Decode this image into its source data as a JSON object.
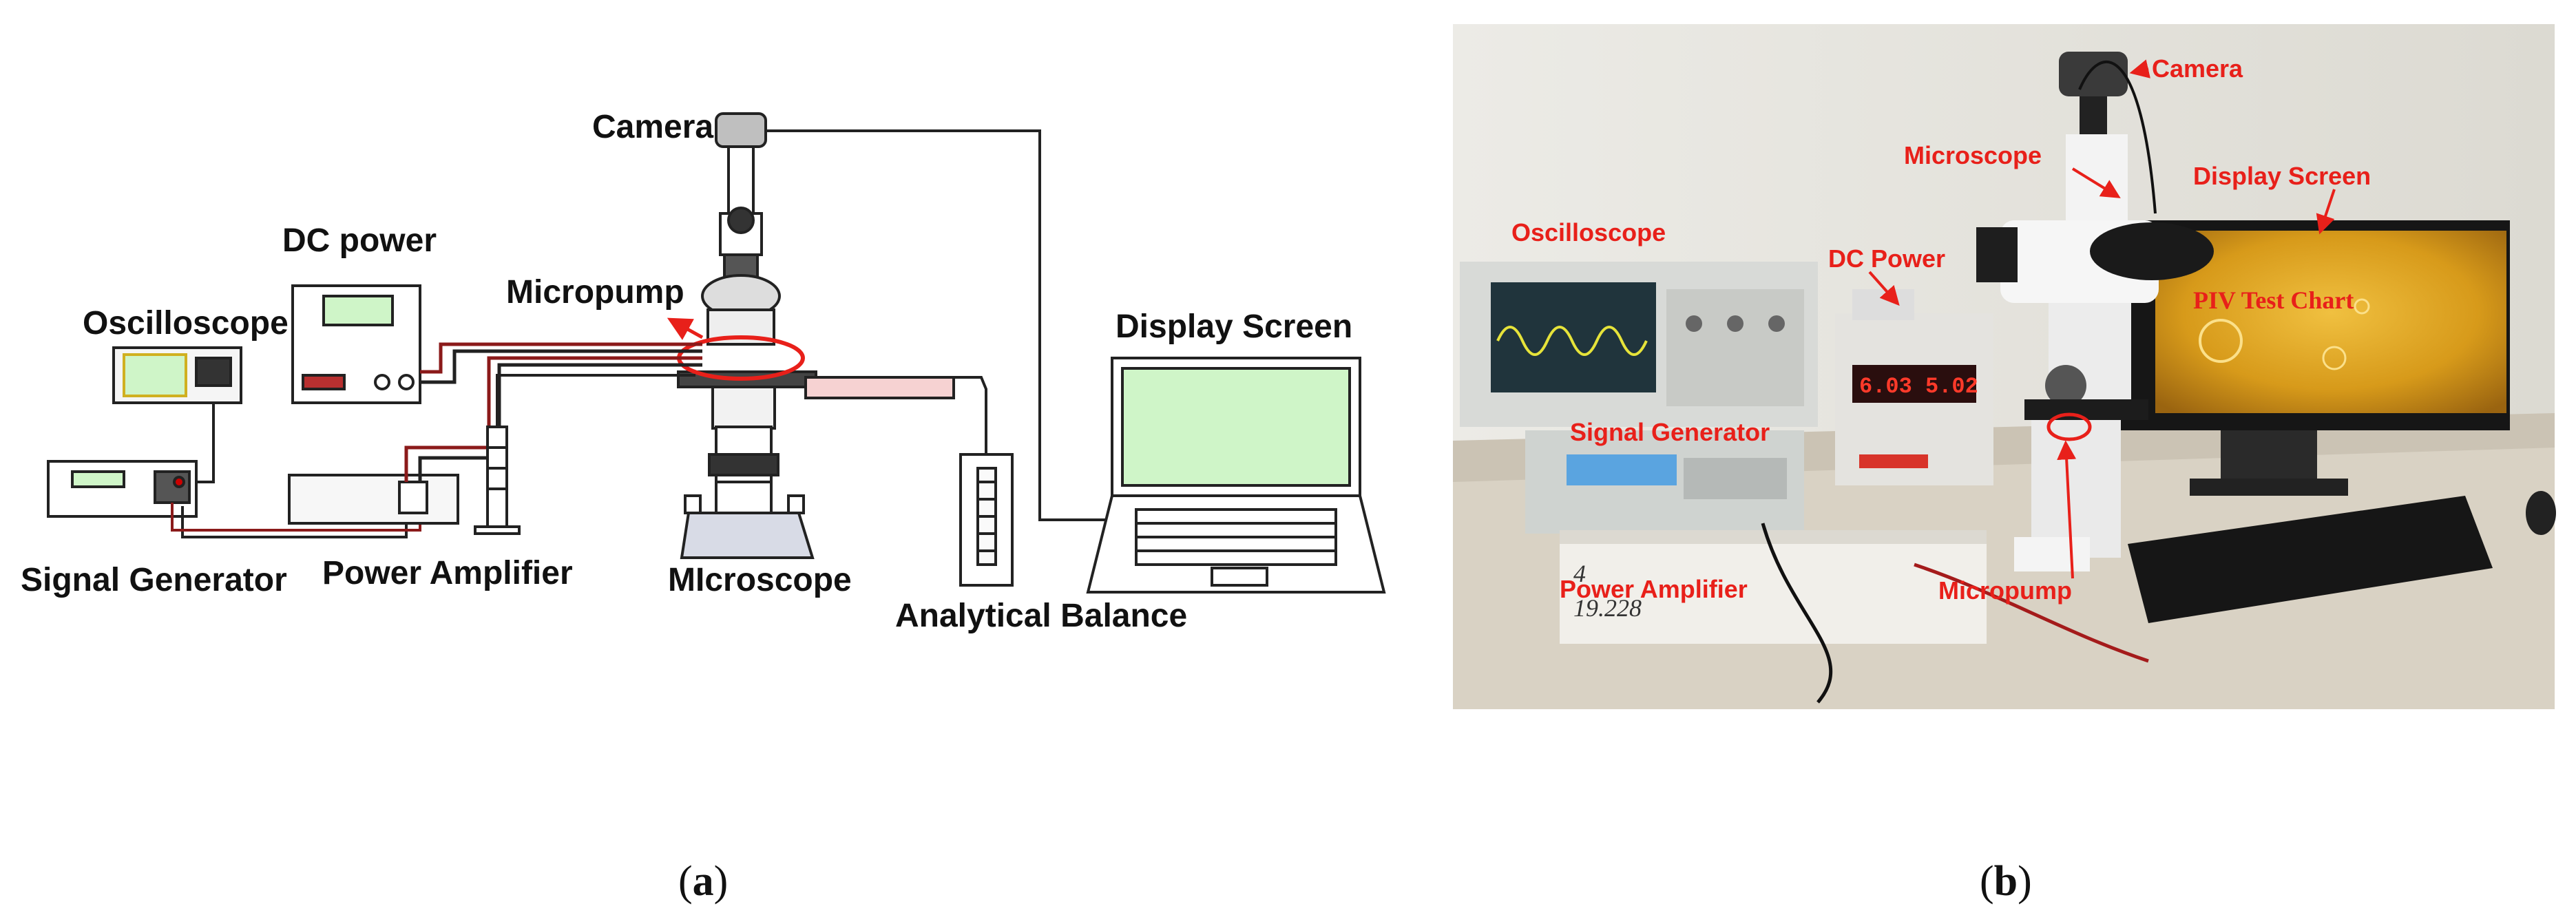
{
  "panel_a": {
    "labels": {
      "camera": "Camera",
      "dc_power": "DC power",
      "micropump": "Micropump",
      "oscilloscope": "Oscilloscope",
      "display_screen": "Display Screen",
      "signal_generator": "Signal Generator",
      "power_amplifier": "Power Amplifier",
      "microscope": "MIcroscope",
      "analytical_balance": "Analytical Balance"
    },
    "caption": {
      "open": "(",
      "letter": "a",
      "close": ")"
    }
  },
  "panel_b": {
    "labels": {
      "camera": "Camera",
      "microscope": "Microscope",
      "display_screen": "Display Screen",
      "oscilloscope": "Oscilloscope",
      "dc_power": "DC Power",
      "piv_test_chart": "PIV Test Chart",
      "signal_generator": "Signal Generator",
      "power_amplifier": "Power Amplifier",
      "micropump": "Micropump"
    },
    "device_text": {
      "dc_display": "6.03  5.02",
      "sign_line1": "4",
      "sign_line2": "19.228"
    },
    "caption": {
      "open": "(",
      "letter": "b",
      "close": ")"
    }
  },
  "colors": {
    "schematic_line": "#222222",
    "wire_red": "#8b1a1a",
    "screen_green": "#cff5c8",
    "annotation_red": "#e8201a",
    "wall": "#e9e7e1",
    "desk": "#d9d2c4",
    "monitor_amber": "#d79a1a"
  }
}
